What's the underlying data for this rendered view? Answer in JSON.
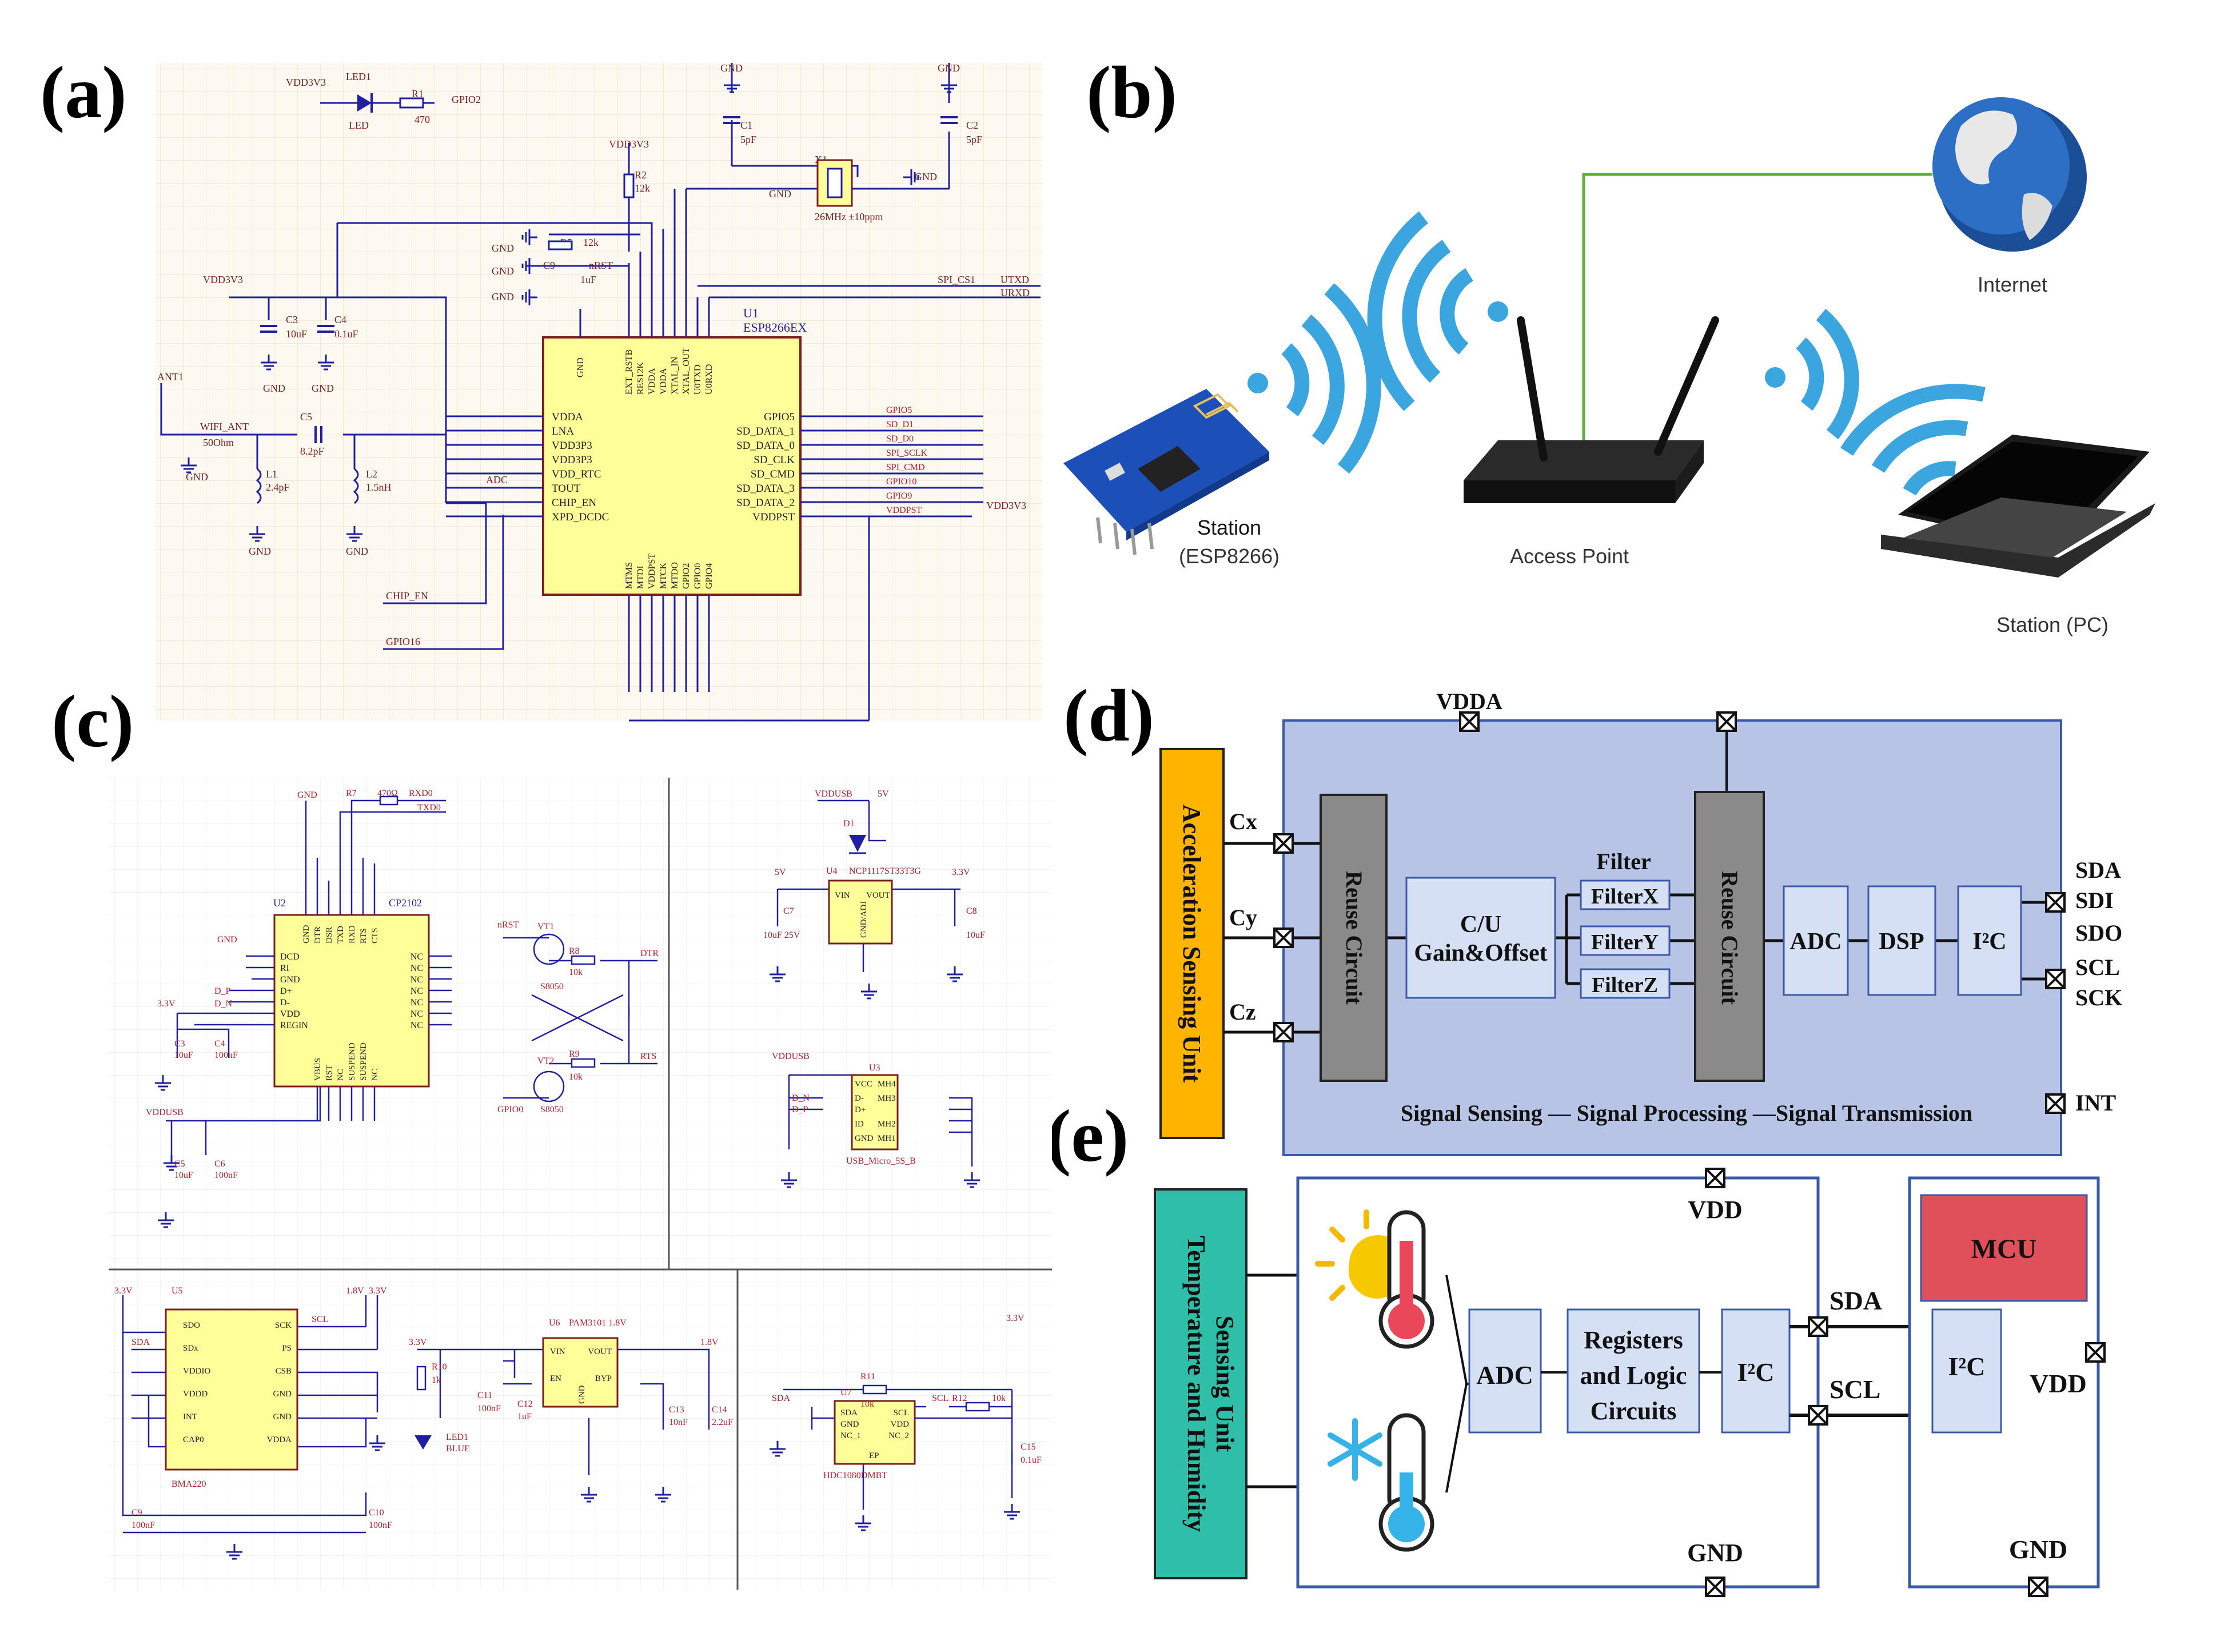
{
  "panel_labels": {
    "a": "(a)",
    "b": "(b)",
    "c": "(c)",
    "d": "(d)",
    "e": "(e)"
  },
  "colors": {
    "schematic_bg": "#fdf8f0",
    "chip_fill": "#ffff99",
    "wire_blue": "#1f1fa0",
    "net_red": "#b0202a",
    "wifi_blue": "#3ba5e0",
    "internet_line": "#5fad3c",
    "d_block": "#b7c4e6",
    "d_sensing": "#ffb400",
    "reuse_gray": "#8a8a8a",
    "e_sensing": "#2fbfa8",
    "mcu_red": "#e0505a",
    "block_fill": "#d6e0f5"
  },
  "panel_a": {
    "chip_designator": "U1",
    "chip_part": "ESP8266EX",
    "led": "LED1",
    "led_label": "LED",
    "r1": "R1",
    "r1_val": "470",
    "gpio2": "GPIO2",
    "vdd": "VDD3V3",
    "gnd": "GND",
    "r2": "R2",
    "r2_val": "12k",
    "c1": "C1",
    "c1_val": "5pF",
    "c2": "C2",
    "c2_val": "5pF",
    "x1": "X1",
    "x1_val": "26MHz ±10ppm",
    "r5": "R5",
    "r5_val": "12k",
    "c9": "C9",
    "c9_val": "1uF",
    "nrst": "nRST",
    "spi_cs1": "SPI_CS1",
    "utxd": "UTXD",
    "urxd": "URXD",
    "c3": "C3",
    "c3_val": "10uF",
    "c4": "C4",
    "c4_val": "0.1uF",
    "ant": "ANT1",
    "wifi_ant": "WIFI_ANT",
    "ant_val": "50Ohm",
    "c5": "C5",
    "c5_val": "8.2pF",
    "l1": "L1",
    "l1_val": "2.4pF",
    "l2": "L2",
    "l2_val": "1.5nH",
    "adc": "ADC",
    "chip_en": "CHIP_EN",
    "gpio16": "GPIO16",
    "left_pins": [
      "VDDA",
      "LNA",
      "VDD3P3",
      "VDD3P3",
      "VDD_RTC",
      "TOUT",
      "CHIP_EN",
      "XPD_DCDC"
    ],
    "right_pins": [
      "GPIO5",
      "SD_DATA_1",
      "SD_DATA_0",
      "SD_CLK",
      "SD_CMD",
      "SD_DATA_3",
      "SD_DATA_2",
      "VDDPST"
    ],
    "right_nets": [
      "GPIO5",
      "SD_D1",
      "SD_D0",
      "SPI_SCLK",
      "SPI_CMD",
      "GPIO10",
      "GPIO9",
      "VDDPST"
    ],
    "top_pins": [
      "GND",
      "EXT_RSTB",
      "RES12K",
      "VDDA",
      "VDDA",
      "XTAL_IN",
      "XTAL_OUT",
      "U0TXD",
      "U0RXD"
    ],
    "bottom_pins": [
      "MTMS",
      "MTDI",
      "VDDPST",
      "MTCK",
      "MTDO",
      "GPIO2",
      "GPIO0",
      "GPIO4"
    ],
    "right_rail": "VDD3V3"
  },
  "panel_b": {
    "internet": "Internet",
    "access_point": "Access Point",
    "station_title": "Station",
    "station_sub": "(ESP8266)",
    "station_pc": "Station (PC)"
  },
  "panel_c": {
    "cp2102": "CP2102",
    "u2": "U2",
    "r7": "R7",
    "r7_val": "470Ω",
    "rxd0": "RXD0",
    "txd0": "TXD0",
    "dtr": "DTR",
    "rts": "RTS",
    "nrst": "nRST",
    "gpio0": "GPIO0",
    "vt1": "VT1",
    "vt2": "VT2",
    "s8050": "S8050",
    "r8": "R8",
    "r9": "R9",
    "r_val": "10k",
    "cp_left": [
      "DCD",
      "RI",
      "GND",
      "D+",
      "D-",
      "VDD",
      "REGIN"
    ],
    "cp_right": [
      "NC",
      "NC",
      "NC",
      "NC",
      "NC",
      "NC",
      "NC"
    ],
    "cp_top": [
      "GND",
      "DTR",
      "DSR",
      "TXD",
      "RXD",
      "RTS",
      "CTS"
    ],
    "cp_bottom": [
      "VBUS",
      "RST",
      "NC",
      "SUSPEND",
      "SUSPEND",
      "NC"
    ],
    "d_p": "D_P",
    "d_n": "D_N",
    "v33": "3.3V",
    "vddusb": "VDDUSB",
    "v5": "5V",
    "v18": "1.8V",
    "d1": "D1",
    "u4": "U4",
    "u4_part": "NCP1117ST33T3G",
    "u4_pins": [
      "VIN",
      "VOUT",
      "GND/ADJ"
    ],
    "c7": "C7",
    "c7_val": "10uF 25V",
    "c8": "C8",
    "c8_val": "10uF",
    "u3": "U3",
    "u3_part": "USB_Micro_5S_B",
    "u3_pins": [
      "VCC",
      "D-",
      "D+",
      "ID",
      "GND"
    ],
    "u3_mh": [
      "MH4",
      "MH3",
      "MH2",
      "MH1"
    ],
    "c3": "C3",
    "c3_val": "10uF",
    "c4": "C4",
    "c4_val": "100nF",
    "c5": "C5",
    "c5_val": "10uF",
    "c6": "C6",
    "c6_val": "100nF",
    "u5": "U5",
    "u5_part": "BMA220",
    "u5_left": [
      "SDO",
      "SDx",
      "VDDIO",
      "VDDD",
      "INT",
      "CAP0"
    ],
    "u5_right": [
      "SCK",
      "PS",
      "CSB",
      "GND",
      "GND",
      "VDDA"
    ],
    "sda": "SDA",
    "scl": "SCL",
    "c9": "C9",
    "c9_val": "100nF",
    "c10": "C10",
    "c10_val": "100nF",
    "u6": "U6",
    "u6_part": "PAM3101 1.8V",
    "u6_pins": [
      "VIN",
      "VOUT",
      "EN",
      "BYP",
      "GND"
    ],
    "r10": "R10",
    "r10_val": "1k",
    "led1": "LED1",
    "led1_val": "BLUE",
    "c11": "C11",
    "c11_val": "100nF",
    "c12": "C12",
    "c12_val": "1uF",
    "c13": "C13",
    "c13_val": "10nF",
    "c14": "C14",
    "c14_val": "2.2uF",
    "u7": "U7",
    "u7_part": "HDC1080DMBT",
    "u7_pins": [
      "SDA",
      "GND",
      "NC_1",
      "SCL",
      "VDD",
      "NC_2",
      "EP"
    ],
    "r11": "R11",
    "r11_val": "10k",
    "r12": "R12",
    "r12_val": "10k",
    "c15": "C15",
    "c15_val": "0.1uF",
    "gnd": "GND"
  },
  "panel_d": {
    "vdda": "VDDA",
    "sensing": "Acceleration Sensing Unit",
    "cx": "Cx",
    "cy": "Cy",
    "cz": "Cz",
    "reuse": "Reuse Circuit",
    "cu_line1": "C/U",
    "cu_line2": "Gain&Offset",
    "filter": "Filter",
    "filters": [
      "FilterX",
      "FilterY",
      "FilterZ"
    ],
    "adc": "ADC",
    "dsp": "DSP",
    "i2c": "I²C",
    "sda": "SDA",
    "sdi": "SDI",
    "sdo": "SDO",
    "scl": "SCL",
    "sck": "SCK",
    "int": "INT",
    "caption": "Signal Sensing — Signal Processing —Signal Transmission"
  },
  "panel_e": {
    "sensing_line1": "Temperature and Humidity",
    "sensing_line2": "Sensing Unit",
    "vdd_top": "VDD",
    "adc": "ADC",
    "registers": [
      "Registers",
      "and Logic",
      "Circuits"
    ],
    "i2c": "I²C",
    "sda": "SDA",
    "scl": "SCL",
    "gnd": "GND",
    "mcu": "MCU",
    "mcu_i2c": "I²C",
    "mcu_vdd": "VDD",
    "mcu_gnd": "GND"
  }
}
